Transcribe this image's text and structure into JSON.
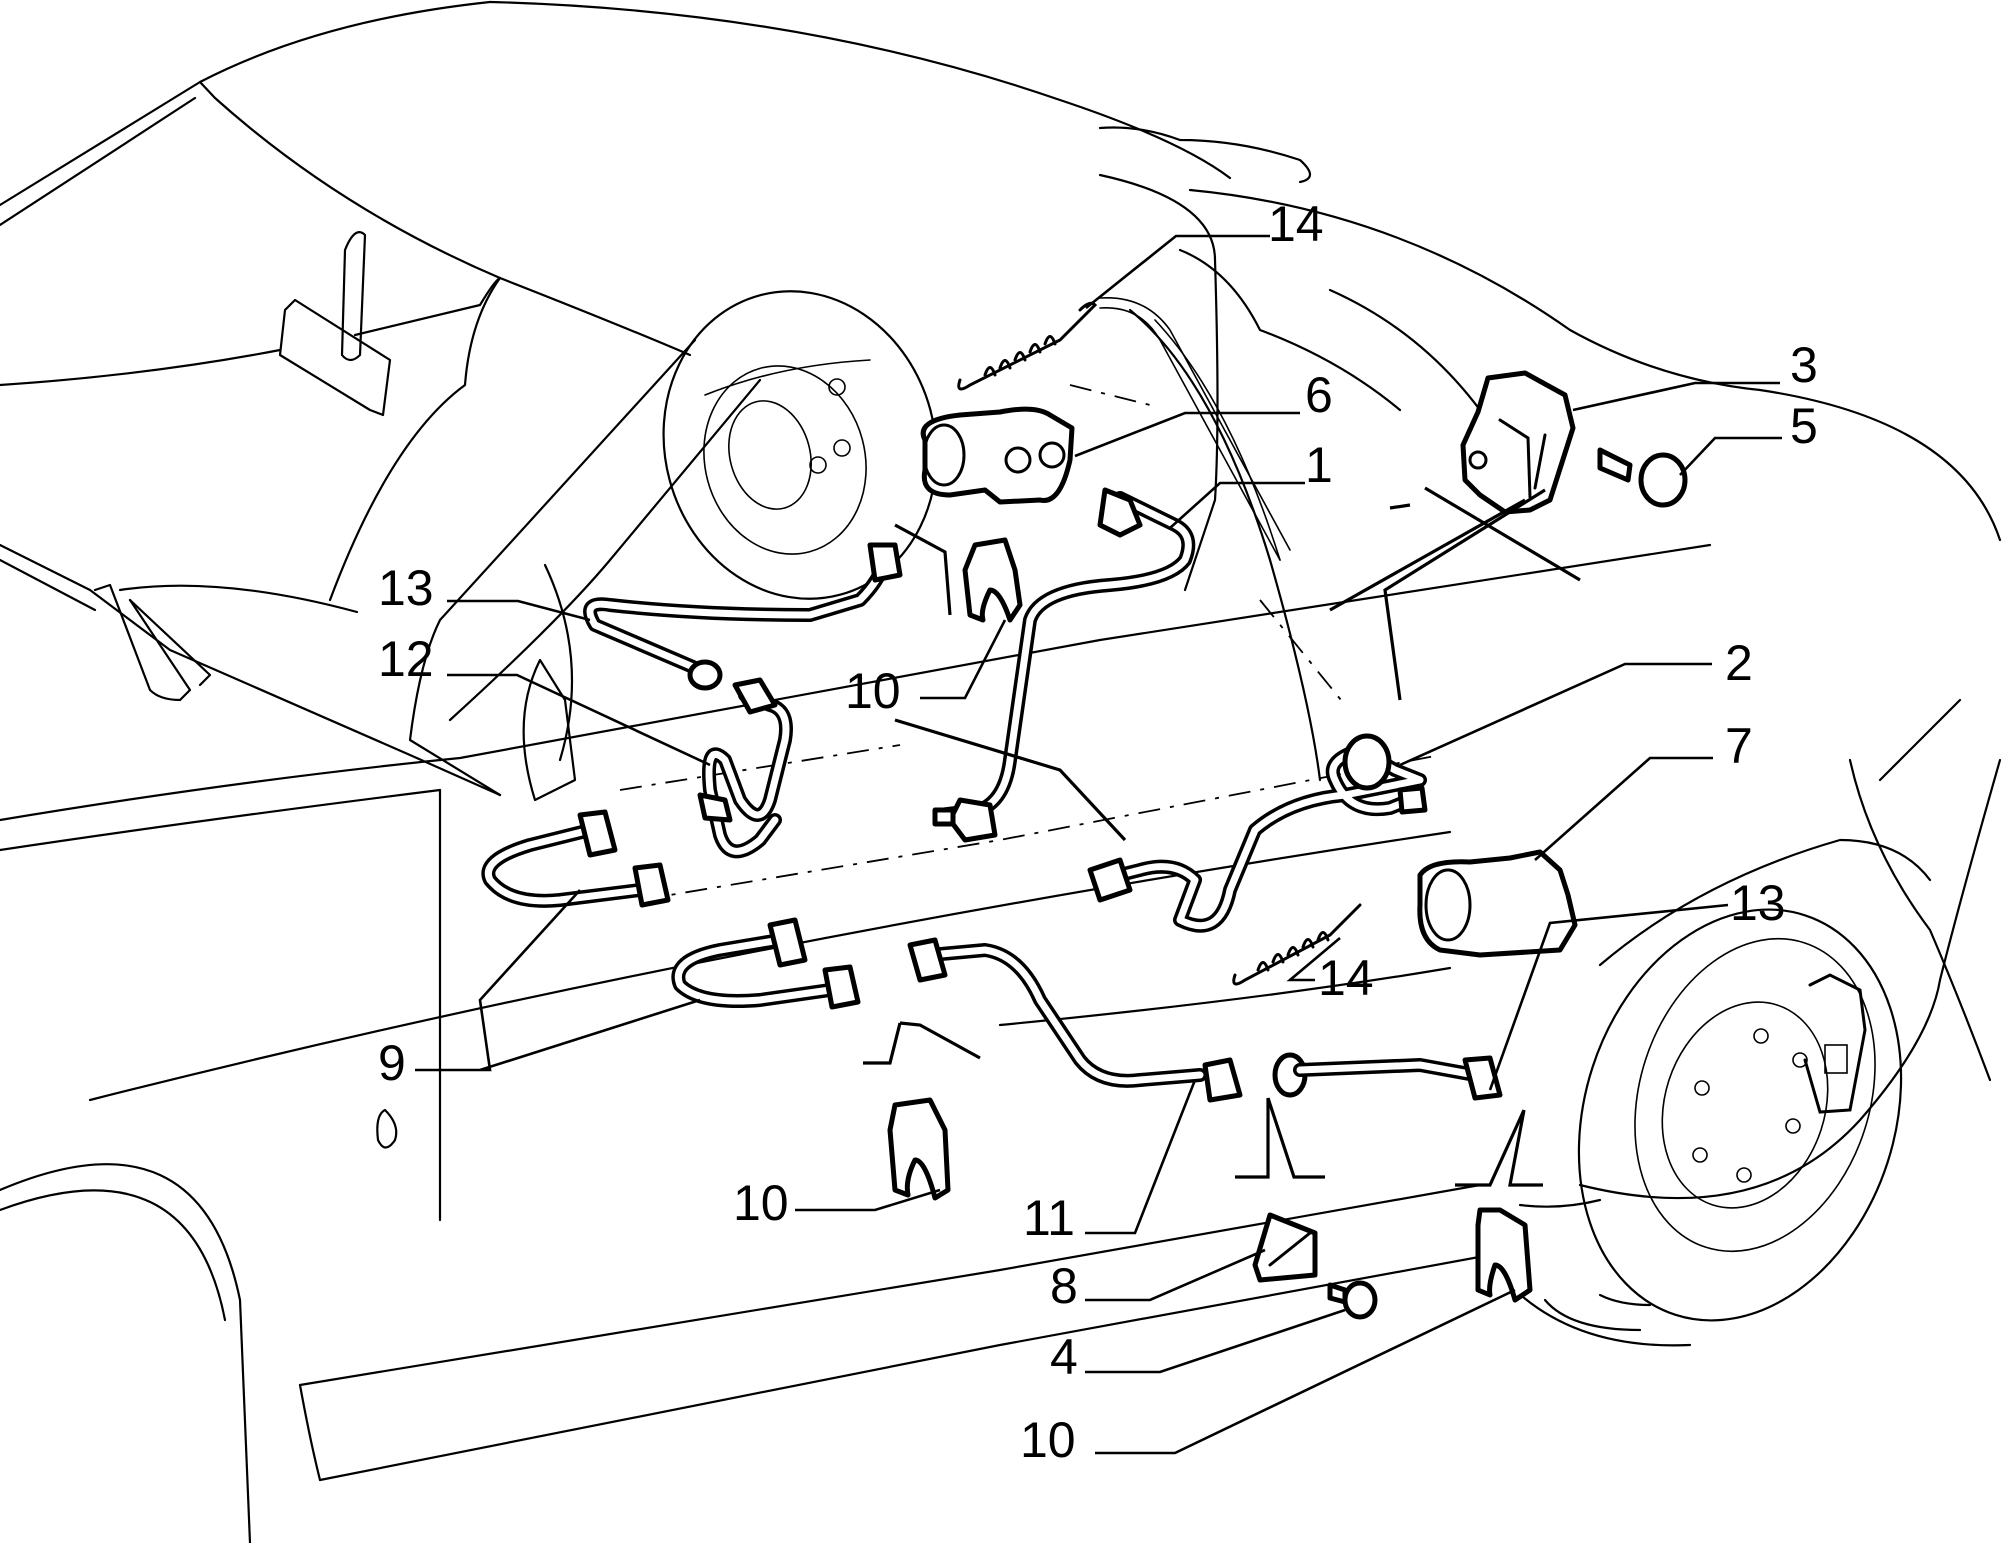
{
  "diagram": {
    "type": "exploded-parts-diagram",
    "subject": "brake pipes and pressure regulator assembly",
    "callouts": [
      {
        "id": "c14a",
        "label": "14"
      },
      {
        "id": "c6",
        "label": "6"
      },
      {
        "id": "c1",
        "label": "1"
      },
      {
        "id": "c3",
        "label": "3"
      },
      {
        "id": "c5",
        "label": "5"
      },
      {
        "id": "c13a",
        "label": "13"
      },
      {
        "id": "c12",
        "label": "12"
      },
      {
        "id": "c10a",
        "label": "10"
      },
      {
        "id": "c2",
        "label": "2"
      },
      {
        "id": "c7",
        "label": "7"
      },
      {
        "id": "c13b",
        "label": "13"
      },
      {
        "id": "c14b",
        "label": "14"
      },
      {
        "id": "c9",
        "label": "9"
      },
      {
        "id": "c10b",
        "label": "10"
      },
      {
        "id": "c11",
        "label": "11"
      },
      {
        "id": "c8",
        "label": "8"
      },
      {
        "id": "c4",
        "label": "4"
      },
      {
        "id": "c10c",
        "label": "10"
      }
    ]
  }
}
